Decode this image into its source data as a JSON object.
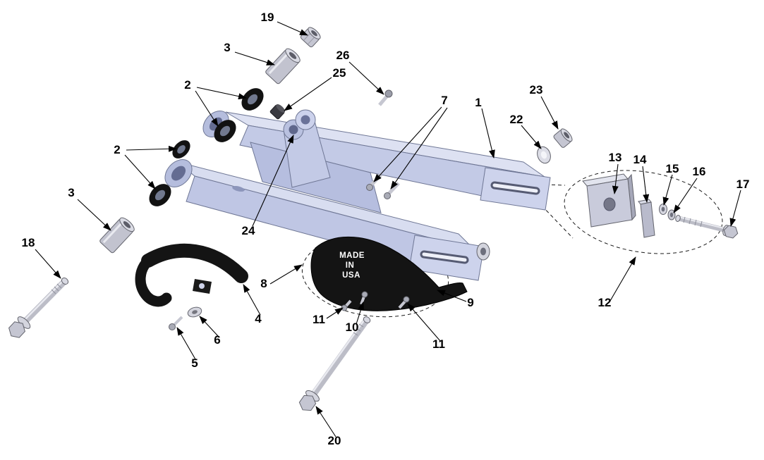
{
  "diagram": {
    "type": "exploded-parts-diagram",
    "subject": "swingarm-assembly",
    "guard_text": [
      "MADE",
      "IN",
      "USA"
    ],
    "colors": {
      "body_fill": "#c7cde8",
      "body_light": "#dde1f2",
      "body_shade": "#bfc6e4",
      "metal": "#c9cad4",
      "black_part": "#141414",
      "line": "#000000"
    },
    "callouts": [
      {
        "label": "19"
      },
      {
        "label": "3"
      },
      {
        "label": "2"
      },
      {
        "label": "26"
      },
      {
        "label": "25"
      },
      {
        "label": "7"
      },
      {
        "label": "1"
      },
      {
        "label": "23"
      },
      {
        "label": "22"
      },
      {
        "label": "13"
      },
      {
        "label": "14"
      },
      {
        "label": "15"
      },
      {
        "label": "16"
      },
      {
        "label": "17"
      },
      {
        "label": "2"
      },
      {
        "label": "3"
      },
      {
        "label": "24"
      },
      {
        "label": "18"
      },
      {
        "label": "8"
      },
      {
        "label": "12"
      },
      {
        "label": "4"
      },
      {
        "label": "6"
      },
      {
        "label": "5"
      },
      {
        "label": "11"
      },
      {
        "label": "10"
      },
      {
        "label": "11"
      },
      {
        "label": "9"
      },
      {
        "label": "20"
      }
    ]
  }
}
